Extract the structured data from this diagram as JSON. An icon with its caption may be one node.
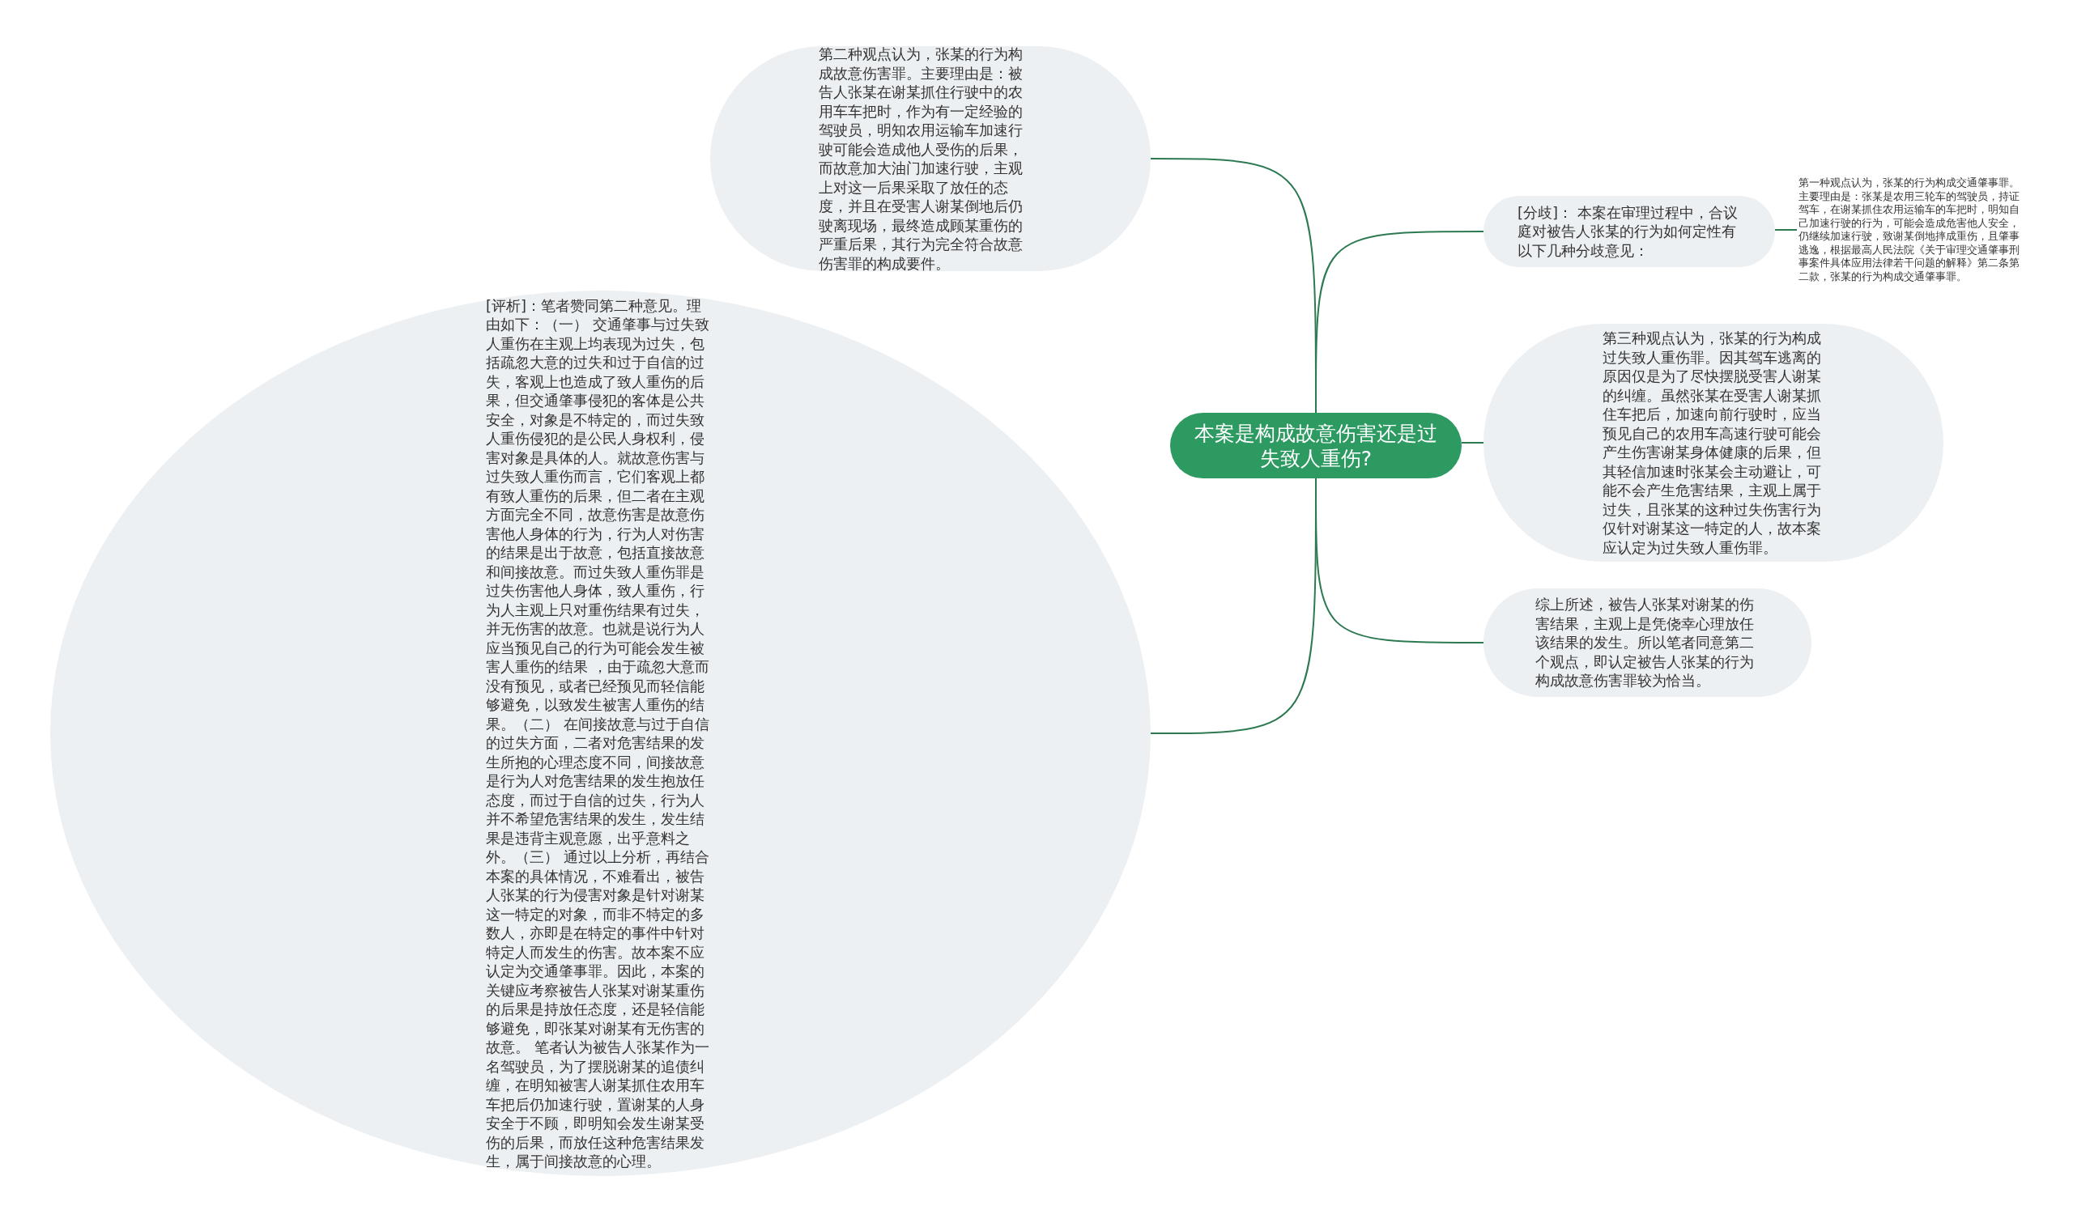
{
  "diagram": {
    "nodes": [
      {
        "text": [
          "本案是构成故意伤害还是过失致人重伤?"
        ]
      },
      {
        "text": [
          "第二种观点认为，张某的行为构成故意伤害罪。主要理由是：被告人张某在谢某抓住行驶中的农用车车把时，作为有一定经验的驾驶员，明知农用运输车加速行驶可能会造成他人受伤的后果，而故意加大油门加速行驶，主观上对这一后果采取了放任的态度，并且在受害人谢某倒地后仍驶离现场，最终造成顾某重伤的严重后果，其行为完全符合故意伤害罪的构成要件。"
        ]
      },
      {
        "text": [
          "[评析]：笔者赞同第二种意见。理由如下：（一） 交通肇事与过失致人重伤在主观上均表现为过失，包括疏忽大意的过失和过于自信的过失，客观上也造成了致人重伤的后果，但交通肇事侵犯的客体是公共安全，对象是不特定的，而过失致人重伤侵犯的是公民人身权利，侵害对象是具体的人。就故意伤害与过失致人重伤而言，它们客观上都有致人重伤的后果，但二者在主观方面完全不同，故意伤害是故意伤害他人身体的行为，行为人对伤害的结果是出于故意，包括直接故意和间接故意。而过失致人重伤罪是过失伤害他人身体，致人重伤，行为人主观上只对重伤结果有过失，并无伤害的故意。也就是说行为人应当预见自己的行为可能会发生被害人重伤的结果 ，由于疏忽大意而没有预见，或者已经预见而轻信能够避免，以致发生被害人重伤的结果。（二） 在间接故意与过于自信的过失方面，二者对危害结果的发生所抱的心理态度不同，间接故意是行为人对危害结果的发生抱放任态度，而过于自信的过失，行为人并不希望危害结果的发生，发生结果是违背主观意愿，出乎意料之外。（三） 通过以上分析，再结合本案的具体情况，不难看出，被告人张某的行为侵害对象是针对谢某这一特定的对象，而非不特定的多数人，亦即是在特定的事件中针对特定人而发生的伤害。故本案不应认定为交通肇事罪。因此，本案的关键应考察被告人张某对谢某重伤的后果是持放任态度，还是轻信能够避免，即张某对谢某有无伤害的故意。 笔者认为被告人张某作为一名驾驶员，为了摆脱谢某的追债纠缠，在明知被害人谢某抓住农用车车把后仍加速行驶，置谢某的人身安全于不顾，即明知会发生谢某受伤的后果，而放任这种危害结果发生，属于间接故意的心理。"
        ]
      },
      {
        "text": [
          "[分歧]： 本案在审理过程中，合议庭对被告人张某的行为如何定性有以下几种分歧意见："
        ]
      },
      {
        "text": [
          "第一种观点认为，张某的行为构成交通肇事罪。主要理由是：张某是农用三轮车的驾驶员，持证驾车，在谢某抓住农用运输车的车把时，明知自己加速行驶的行为，可能会造成危害他人安全，仍继续加速行驶，致谢某倒地摔成重伤，且肇事逃逸，根据最高人民法院《关于审理交通肇事刑事案件具体应用法律若干问题的解释》第二条第二款，张某的行为构成交通肇事罪。"
        ]
      },
      {
        "text": [
          "第三种观点认为，张某的行为构成过失致人重伤罪。因其驾车逃离的原因仅是为了尽快摆脱受害人谢某的纠缠。虽然张某在受害人谢某抓住车把后，加速向前行驶时，应当预见自己的农用车高速行驶可能会产生伤害谢某身体健康的后果，但其轻信加速时张某会主动避让，可能不会产生危害结果，主观上属于过失，且张某的这种过失伤害行为仅针对谢某这一特定的人，故本案应认定为过失致人重伤罪。"
        ]
      },
      {
        "text": [
          "综上所述，被告人张某对谢某的伤害结果，主观上是凭侥幸心理放任该结果的发生。所以笔者同意第二个观点，即认定被告人张某的行为构成故意伤害罪较为恰当。"
        ]
      }
    ],
    "edges": [
      {
        "from": 0,
        "to": 1,
        "arrow": "none"
      },
      {
        "from": 0,
        "to": 2,
        "arrow": "none"
      },
      {
        "from": 0,
        "to": 3,
        "arrow": "none"
      },
      {
        "from": 3,
        "to": 4,
        "arrow": "none"
      },
      {
        "from": 0,
        "to": 5,
        "arrow": "none"
      },
      {
        "from": 0,
        "to": 6,
        "arrow": "none"
      }
    ]
  }
}
